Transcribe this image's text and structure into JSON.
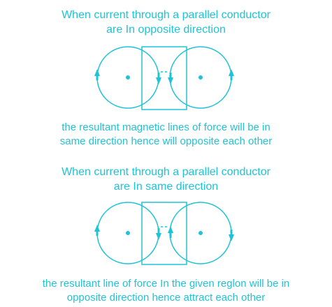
{
  "colors": {
    "accent": "#1fc3d6"
  },
  "section1": {
    "heading_line1": "When current through a parallel conductor",
    "heading_line2": "are In opposite direction",
    "caption_line1": "the resultant magnetic lines of force will be in",
    "caption_line2": "same direction hence will opposite each other"
  },
  "section2": {
    "heading_line1": "When current through a parallel conductor",
    "heading_line2": "are In same direction",
    "caption_line1": "the resultant line of force In the given reglon will be in",
    "caption_line2": "opposite direction hence attract each other"
  }
}
